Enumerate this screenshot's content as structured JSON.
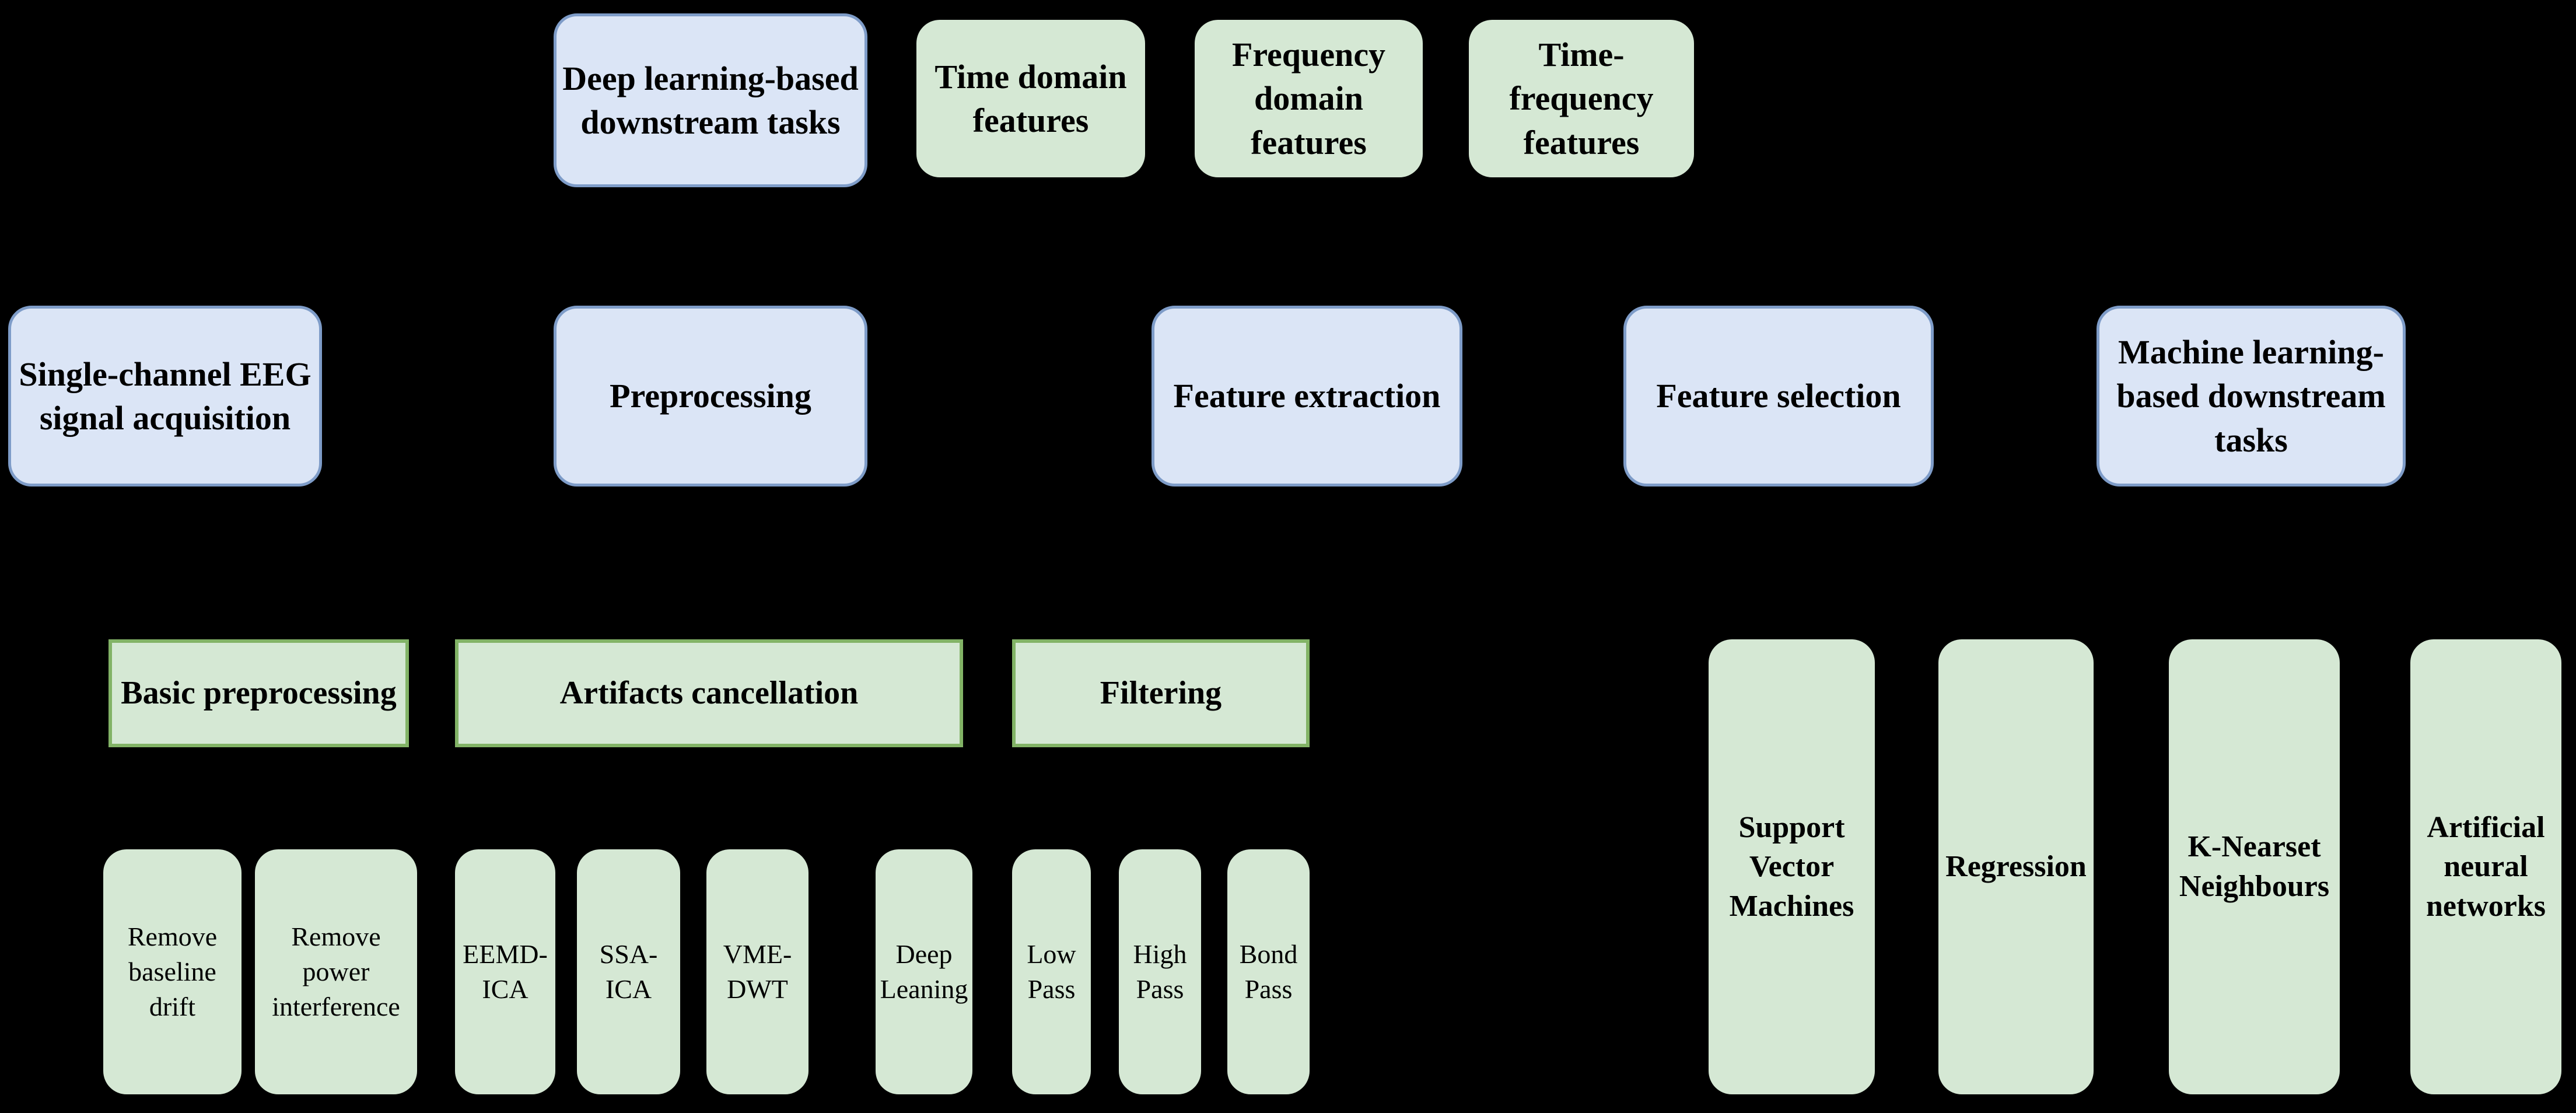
{
  "palette": {
    "background": "#000000",
    "blue_fill": "#dbe5f6",
    "blue_border": "#7e9cc8",
    "green_fill": "#d5e8d4",
    "green_border": "#82b366",
    "text": "#000000"
  },
  "nodes": {
    "deep_learning_tasks": {
      "label": "Deep learning-based downstream tasks"
    },
    "time_domain": {
      "label": "Time domain features"
    },
    "freq_domain": {
      "label": "Frequency domain features"
    },
    "time_freq": {
      "label": "Time-frequency features"
    },
    "single_channel": {
      "label": "Single-channel EEG signal acquisition"
    },
    "preprocessing": {
      "label": "Preprocessing"
    },
    "feature_extraction": {
      "label": "Feature extraction"
    },
    "feature_selection": {
      "label": "Feature selection"
    },
    "ml_tasks": {
      "label": "Machine learning-based downstream tasks"
    },
    "basic_preprocessing": {
      "label": "Basic preprocessing"
    },
    "artifacts_cancellation": {
      "label": "Artifacts cancellation"
    },
    "filtering": {
      "label": "Filtering"
    },
    "remove_baseline": {
      "label": "Remove baseline drift"
    },
    "remove_power": {
      "label": "Remove power interference"
    },
    "eemd_ica": {
      "label": "EEMD-ICA"
    },
    "ssa_ica": {
      "label": "SSA-ICA"
    },
    "vme_dwt": {
      "label": "VME-DWT"
    },
    "deep_leaning": {
      "label": "Deep Leaning"
    },
    "low_pass": {
      "label": "Low Pass"
    },
    "high_pass": {
      "label": "High Pass"
    },
    "bond_pass": {
      "label": "Bond Pass"
    },
    "svm": {
      "label": "Support Vector Machines"
    },
    "regression": {
      "label": "Regression"
    },
    "knn": {
      "label": "K-Nearset Neighbours"
    },
    "ann": {
      "label": "Artificial neural networks"
    }
  }
}
